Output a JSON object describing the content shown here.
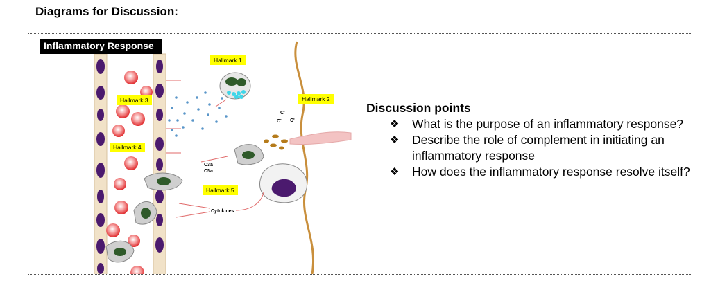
{
  "heading": "Diagrams for Discussion:",
  "figure": {
    "title": "Inflammatory Response",
    "hallmarks": [
      "Hallmark 1",
      "Hallmark 2",
      "Hallmark 3",
      "Hallmark 4",
      "Hallmark 5"
    ],
    "labels": {
      "c3a": "C3a",
      "c5a": "C5a",
      "cytokines": "Cytokines",
      "c_prime": "C'"
    }
  },
  "discussion": {
    "title": "Discussion points",
    "bullet_glyph": "❖",
    "points": [
      "What is the purpose of an inflammatory response?",
      "Describe the role of complement in initiating an inflammatory response",
      "How does the inflammatory response resolve itself?"
    ]
  }
}
